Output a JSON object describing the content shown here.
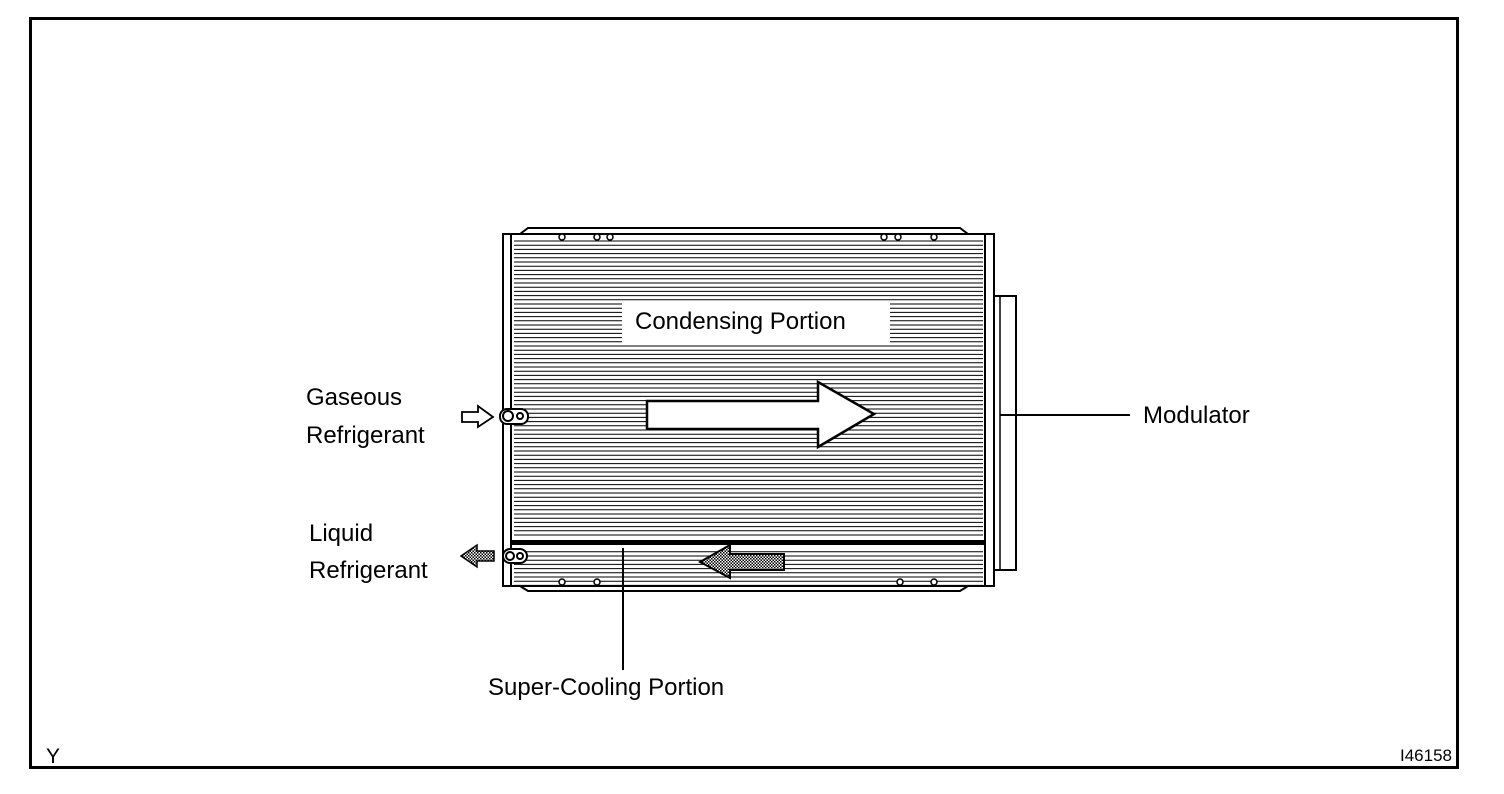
{
  "labels": {
    "condensing_portion": "Condensing Portion",
    "gaseous_line1": "Gaseous",
    "gaseous_line2": "Refrigerant",
    "liquid_line1": "Liquid",
    "liquid_line2": "Refrigerant",
    "modulator": "Modulator",
    "super_cooling_portion": "Super-Cooling  Portion",
    "corner_letter": "Y",
    "figure_id": "I46158"
  },
  "colors": {
    "line": "#000000",
    "background": "#ffffff",
    "shaded_arrow": "#9a9a9a"
  },
  "icons": {
    "inlet_arrow": "outline-arrow-right-icon",
    "outlet_arrow": "dotted-arrow-left-icon",
    "flow_arrow": "large-arrow-right-icon",
    "return_arrow": "shaded-arrow-left-icon"
  }
}
